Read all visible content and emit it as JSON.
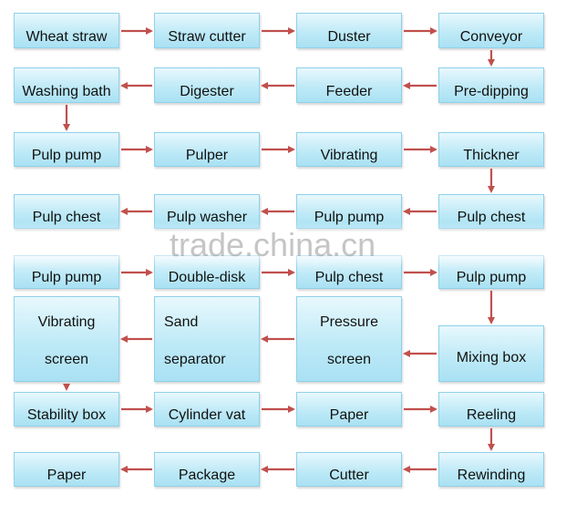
{
  "colors": {
    "arrow": "#c0504d",
    "box_top": "#e8f8fd",
    "box_bottom": "#a9e1f3",
    "box_border": "#8fd1ea"
  },
  "watermark": "trade.china.cn",
  "nodes": [
    [
      "Wheat straw"
    ],
    [
      "Straw cutter"
    ],
    [
      "Duster"
    ],
    [
      "Conveyor"
    ],
    [
      "Washing bath"
    ],
    [
      "Digester"
    ],
    [
      "Feeder"
    ],
    [
      "Pre-dipping"
    ],
    [
      "Pulp pump"
    ],
    [
      "Pulper"
    ],
    [
      "Vibrating"
    ],
    [
      "Thickner"
    ],
    [
      "Pulp chest"
    ],
    [
      "Pulp washer"
    ],
    [
      "Pulp pump"
    ],
    [
      "Pulp chest"
    ],
    [
      "Pulp pump"
    ],
    [
      "Double-disk"
    ],
    [
      "Pulp chest"
    ],
    [
      "Pulp pump"
    ],
    [
      "Vibrating",
      "screen"
    ],
    [
      "Sand",
      "separator"
    ],
    [
      "Pressure",
      "screen"
    ],
    [
      "Mixing box"
    ],
    [
      "Stability box"
    ],
    [
      "Cylinder vat"
    ],
    [
      "Paper"
    ],
    [
      "Reeling"
    ],
    [
      "Paper"
    ],
    [
      "Package"
    ],
    [
      "Cutter"
    ],
    [
      "Rewinding"
    ]
  ]
}
